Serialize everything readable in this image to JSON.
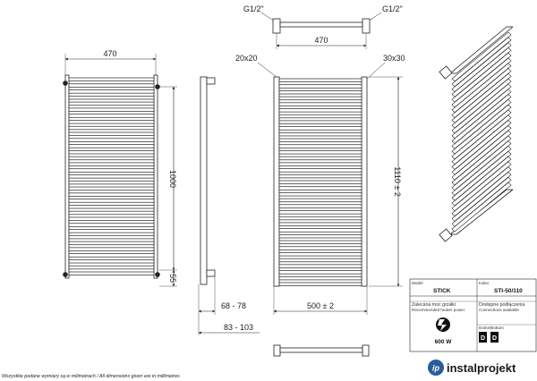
{
  "front_view": {
    "width_label": "470",
    "height_label": "1000",
    "bottom_offset_label": "55"
  },
  "side_view": {
    "depth_min_label": "68 - 78",
    "depth_total_label": "83 - 103"
  },
  "top_view": {
    "pipe_left_label": "G1/2\"",
    "pipe_right_label": "G1/2\"",
    "width_label": "470"
  },
  "rear_view": {
    "profile_left_label": "20x20",
    "profile_right_label": "30x30",
    "height_label": "1110 ± 2",
    "width_label": "500 ± 2"
  },
  "title_block": {
    "model_header": "Model",
    "model_value": "STICK",
    "index_header": "Index",
    "index_value": "STI-50/110",
    "power_header_pl": "Zalecana moc grzałki",
    "power_header_en": "Recommended heater power",
    "power_value": "600 W",
    "connections_header_pl": "Dostępne podłączenia",
    "connections_header_en": "Connections available",
    "connections_subheader": "Dolne/Bottom",
    "connection_a_label": "D",
    "connection_b_label": "D"
  },
  "footer": {
    "note": "Wszystkie podane wymiary są w milimetrach / All dimensions given are in millimetres"
  },
  "brand": {
    "logo_text": "instalprojekt",
    "logo_mark": "ip"
  }
}
